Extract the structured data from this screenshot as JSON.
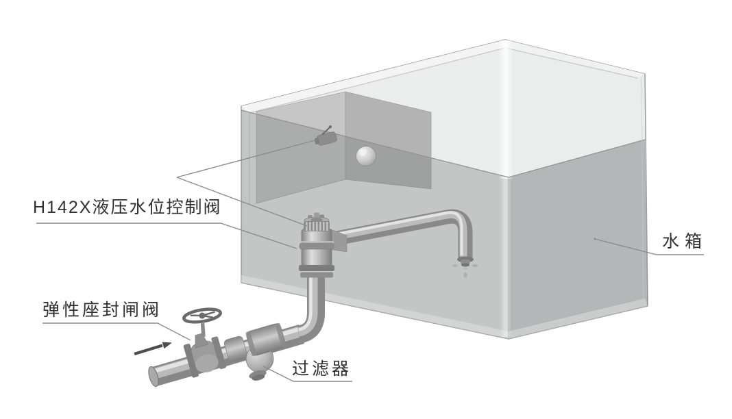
{
  "diagram": {
    "type": "piping-installation-illustration",
    "labels": {
      "control_valve": "H142X液压水位控制阀",
      "gate_valve": "弹性座封闸阀",
      "strainer": "过滤器",
      "tank": "水箱"
    },
    "flow_arrow": {
      "icon": "flow-direction-arrow",
      "direction": "up-right"
    },
    "colors": {
      "background": "#ffffff",
      "text": "#2f2f2f",
      "leader_line": "#8c8c8c",
      "arrow": "#4d4d4d",
      "tank_face": "#ebecec",
      "tank_water": "#aeb1b1",
      "pipe_base": "#8a8a8a",
      "pipe_highlight": "#e5e5e5"
    }
  }
}
